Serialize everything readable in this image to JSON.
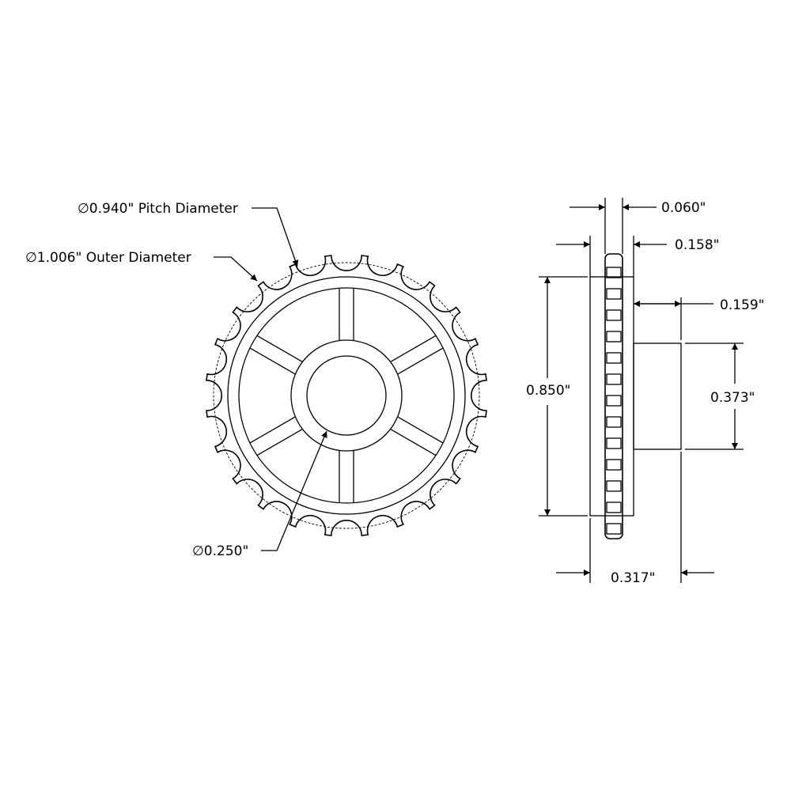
{
  "front_view": {
    "pitch_diameter_label": "∅0.940\" Pitch Diameter",
    "outer_diameter_label": "∅1.006\" Outer Diameter",
    "bore_label": "∅0.250\"",
    "tooth_count": 24,
    "spoke_count": 6
  },
  "side_view": {
    "dim_0060": "0.060\"",
    "dim_0158": "0.158\"",
    "dim_0159": "0.159\"",
    "dim_0850": "0.850\"",
    "dim_0373": "0.373\"",
    "dim_0317": "0.317\""
  }
}
